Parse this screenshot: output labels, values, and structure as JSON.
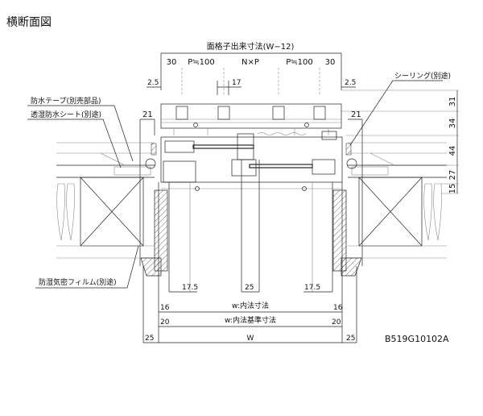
{
  "title": "横断面図",
  "drawing_code": "B519G10102A",
  "top_dims": {
    "overall": "面格子出来寸法(W−12)",
    "segments": [
      "30",
      "P≒100",
      "N×P",
      "P≒100",
      "30"
    ],
    "offset_left": "2.5",
    "offset_right": "2.5",
    "bar_width": "17"
  },
  "side_dims": {
    "left_21": "21",
    "right_21": "21",
    "vertical": [
      "31",
      "34",
      "44",
      "27",
      "15"
    ]
  },
  "callouts": {
    "waterproof_tape": "防水テープ(別売部品)",
    "breathable_sheet": "透湿防水シート(別途)",
    "vapor_film": "防湿気密フィルム(別途)",
    "sealing": "シーリング(別途)"
  },
  "bottom_dims": {
    "left_17_5": "17.5",
    "center_25": "25",
    "right_17_5": "17.5",
    "inner_label": "w:内法寸法",
    "inner_side": "16",
    "inner_side_r": "16",
    "base_label": "w:内法基準寸法",
    "base_side": "20",
    "base_side_r": "20",
    "overall_label": "W",
    "overall_side": "25",
    "overall_side_r": "25"
  }
}
